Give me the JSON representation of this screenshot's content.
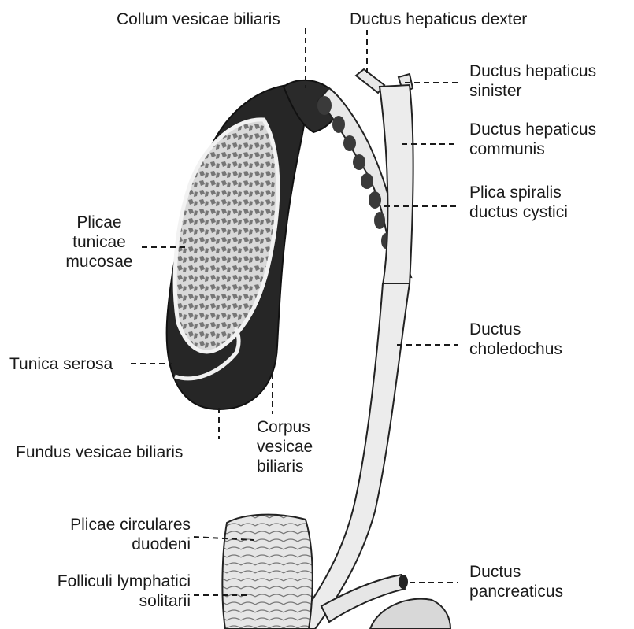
{
  "labels": {
    "collum": "Collum vesicae biliaris",
    "dextra": "Ductus hepaticus dexter",
    "sinister": "Ductus hepaticus\nsinister",
    "communis": "Ductus hepaticus\ncommunis",
    "spiralis": "Plica spiralis\nductus cystici",
    "plicae_mucosae": "Plicae\ntunicae\nmucosae",
    "serosa": "Tunica serosa",
    "choledochus": "Ductus\ncholedochus",
    "fundus": "Fundus vesicae biliaris",
    "corpus": "Corpus\nvesicae\nbiliaris",
    "circulares": "Plicae circulares\nduodeni",
    "folliculi": "Folliculi lymphatici\nsolitarii",
    "pancreaticus": "Ductus\npancreaticus"
  },
  "colors": {
    "ink": "#1a1a1a",
    "wall_dark": "#262626",
    "mucosa": "#d8d8d8",
    "duct": "#ececec"
  }
}
